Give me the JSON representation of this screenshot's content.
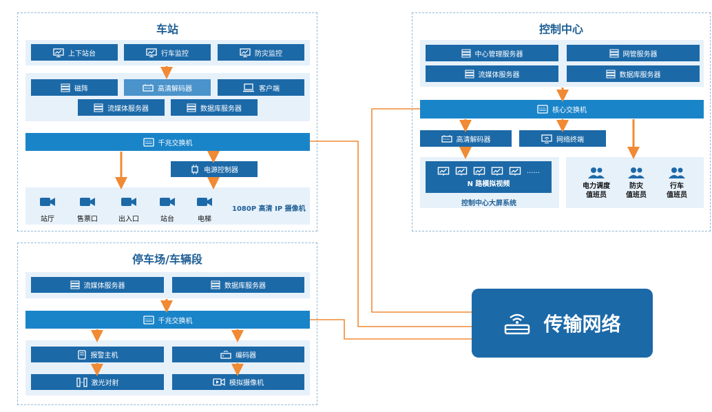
{
  "station": {
    "title": "车站",
    "top_row": [
      "上下站台",
      "行车监控",
      "防灾监控"
    ],
    "row2": [
      "磁阵",
      "高清解码器",
      "客户端"
    ],
    "row3": [
      "流媒体服务器",
      "数据库服务器"
    ],
    "switch": "千兆交换机",
    "power": "电源控制器",
    "cameras": [
      "站厅",
      "售票口",
      "出入口",
      "站台",
      "电梯"
    ],
    "camera_caption": "1080P 高清 IP 摄像机"
  },
  "control": {
    "title": "控制中心",
    "servers": [
      "中心管理服务器",
      "网管服务器",
      "流媒体服务器",
      "数据库服务器"
    ],
    "core_switch": "核心交换机",
    "decoder": "高清解码器",
    "terminal": "网络终端",
    "video_bar": "N 路模拟视频",
    "monitor_dots": "......",
    "screen_caption": "控制中心大屏系统",
    "duty": [
      "电力调度\n值班员",
      "防灾\n值班员",
      "行车\n值班员"
    ]
  },
  "depot": {
    "title": "停车场/车辆段",
    "servers": [
      "流媒体服务器",
      "数据库服务器"
    ],
    "switch": "千兆交换机",
    "alarm": "报警主机",
    "encoder": "编码器",
    "laser": "激光对射",
    "analog_cam": "模拟摄像机"
  },
  "network": {
    "label": "传输网络"
  },
  "colors": {
    "box": "#1c69a8",
    "bar": "#1a84c9",
    "arrow": "#f08a34",
    "zone": "#e7f1fa"
  }
}
